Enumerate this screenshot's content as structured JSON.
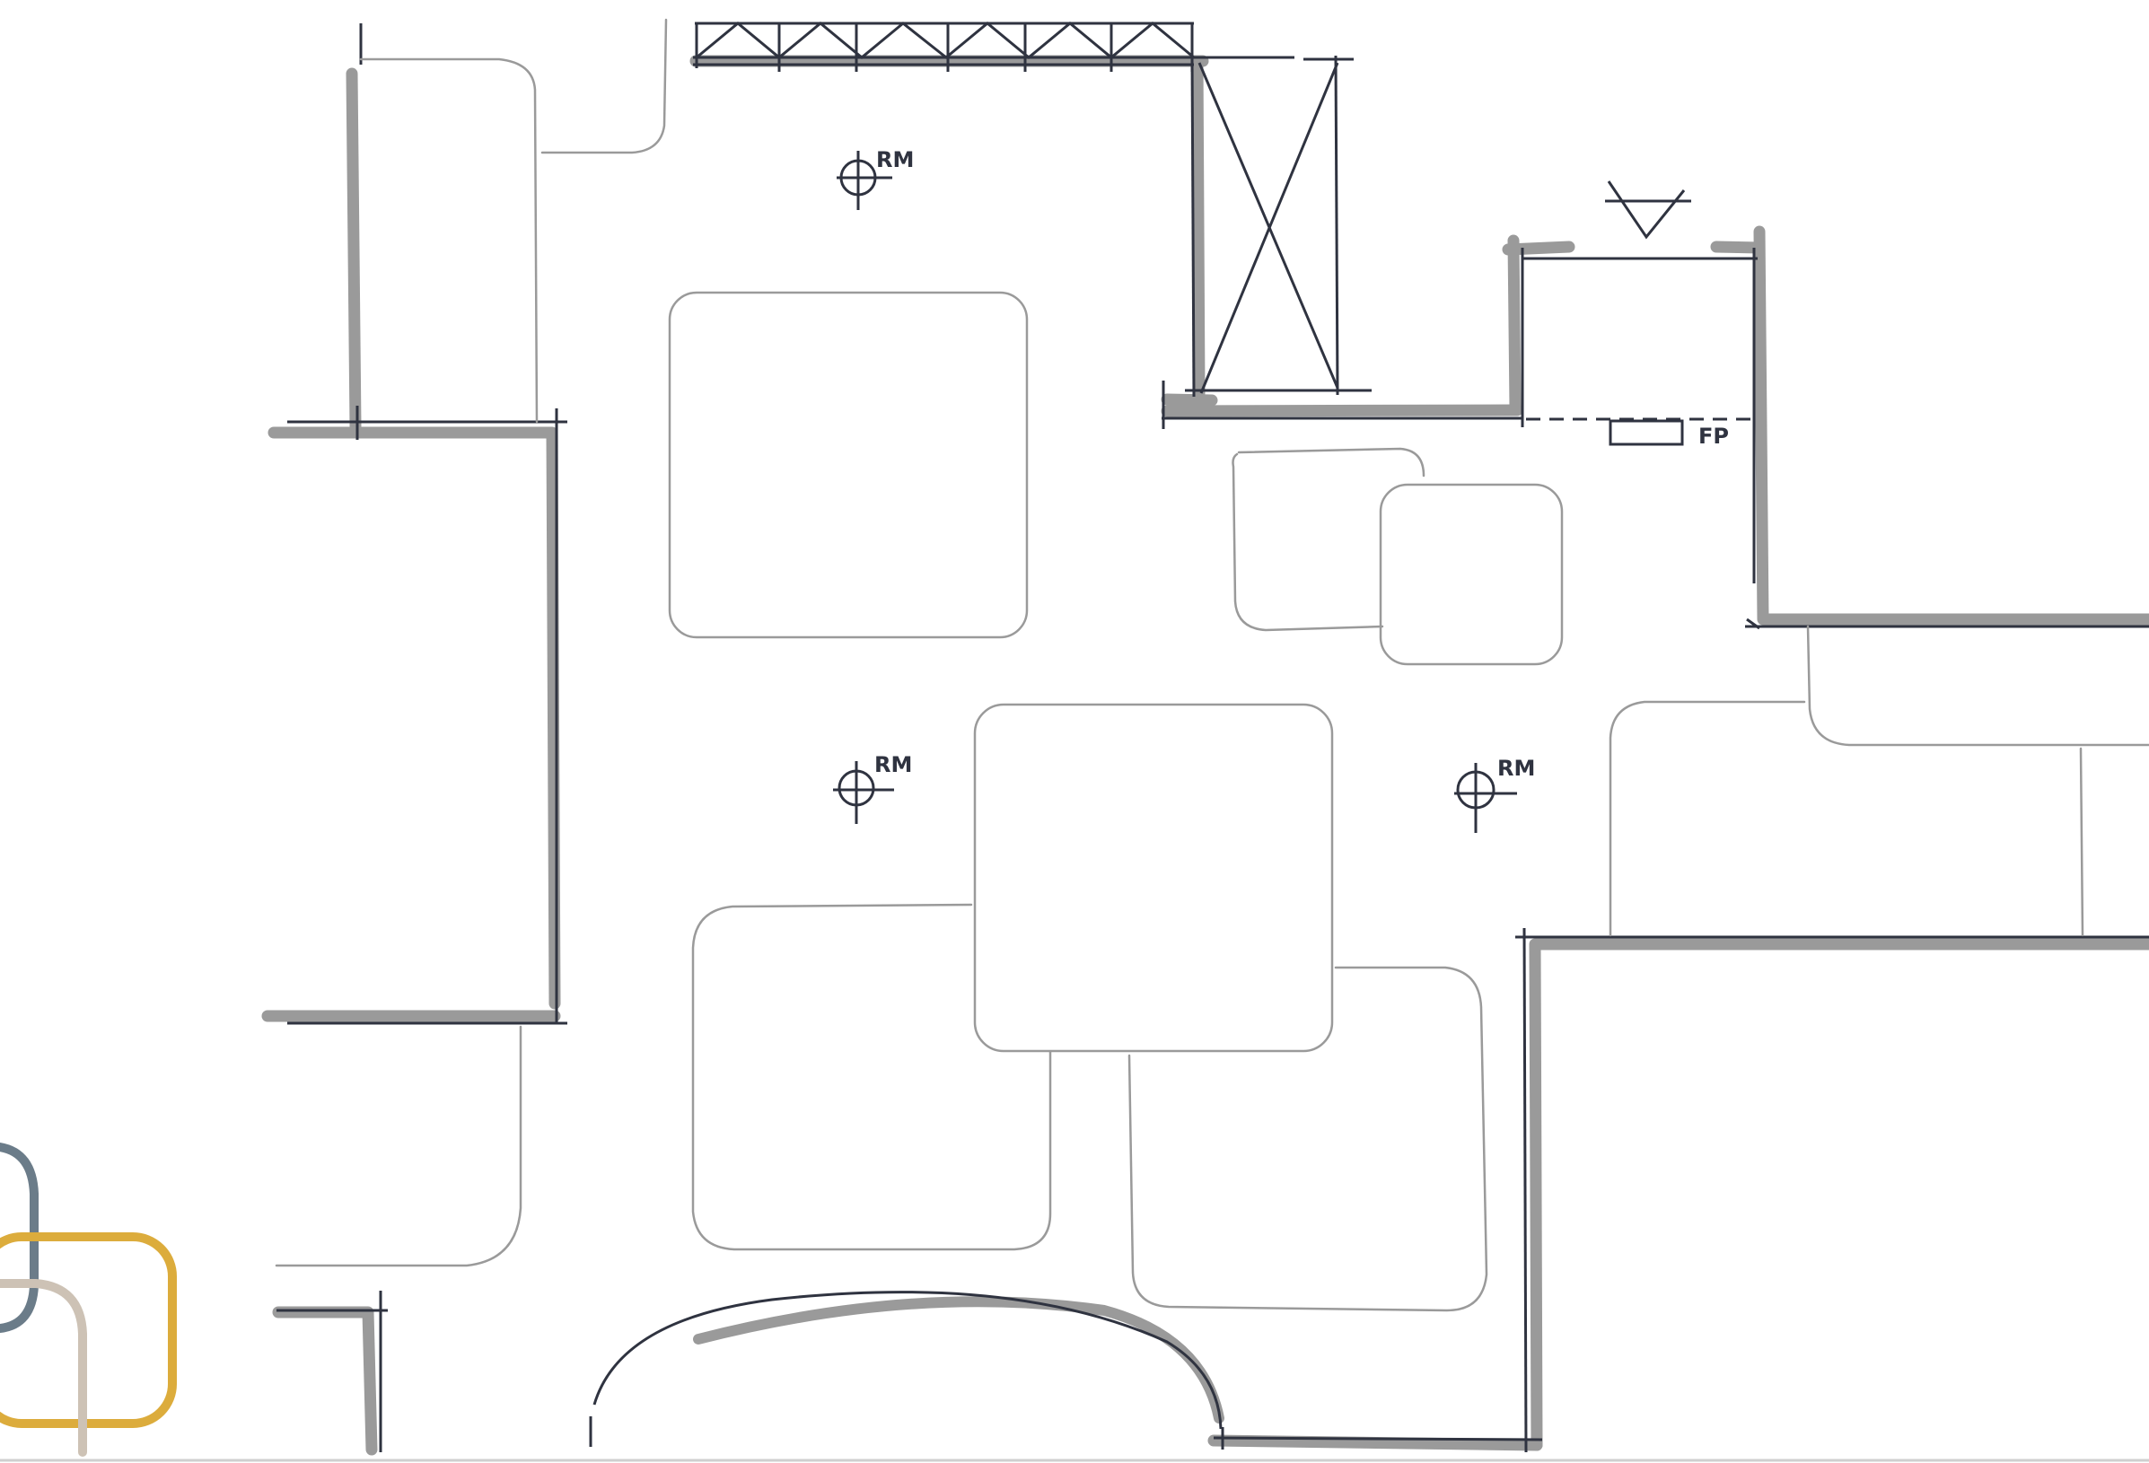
{
  "plan": {
    "labels": {
      "rm_1": "RM",
      "rm_2": "RM",
      "rm_3": "RM",
      "fp": "FP"
    },
    "colors": {
      "wall_shadow": "#9a9a9a",
      "ink": "#2f3340",
      "furniture": "#9a9a9a",
      "accent_gold": "#dcac3c",
      "accent_slate": "#6b7c89",
      "accent_taupe": "#cdc2b5"
    },
    "icons": {
      "receptacle": "crosshair-target-icon",
      "datum": "triangle-level-icon",
      "opening": "x-cross-icon"
    }
  }
}
